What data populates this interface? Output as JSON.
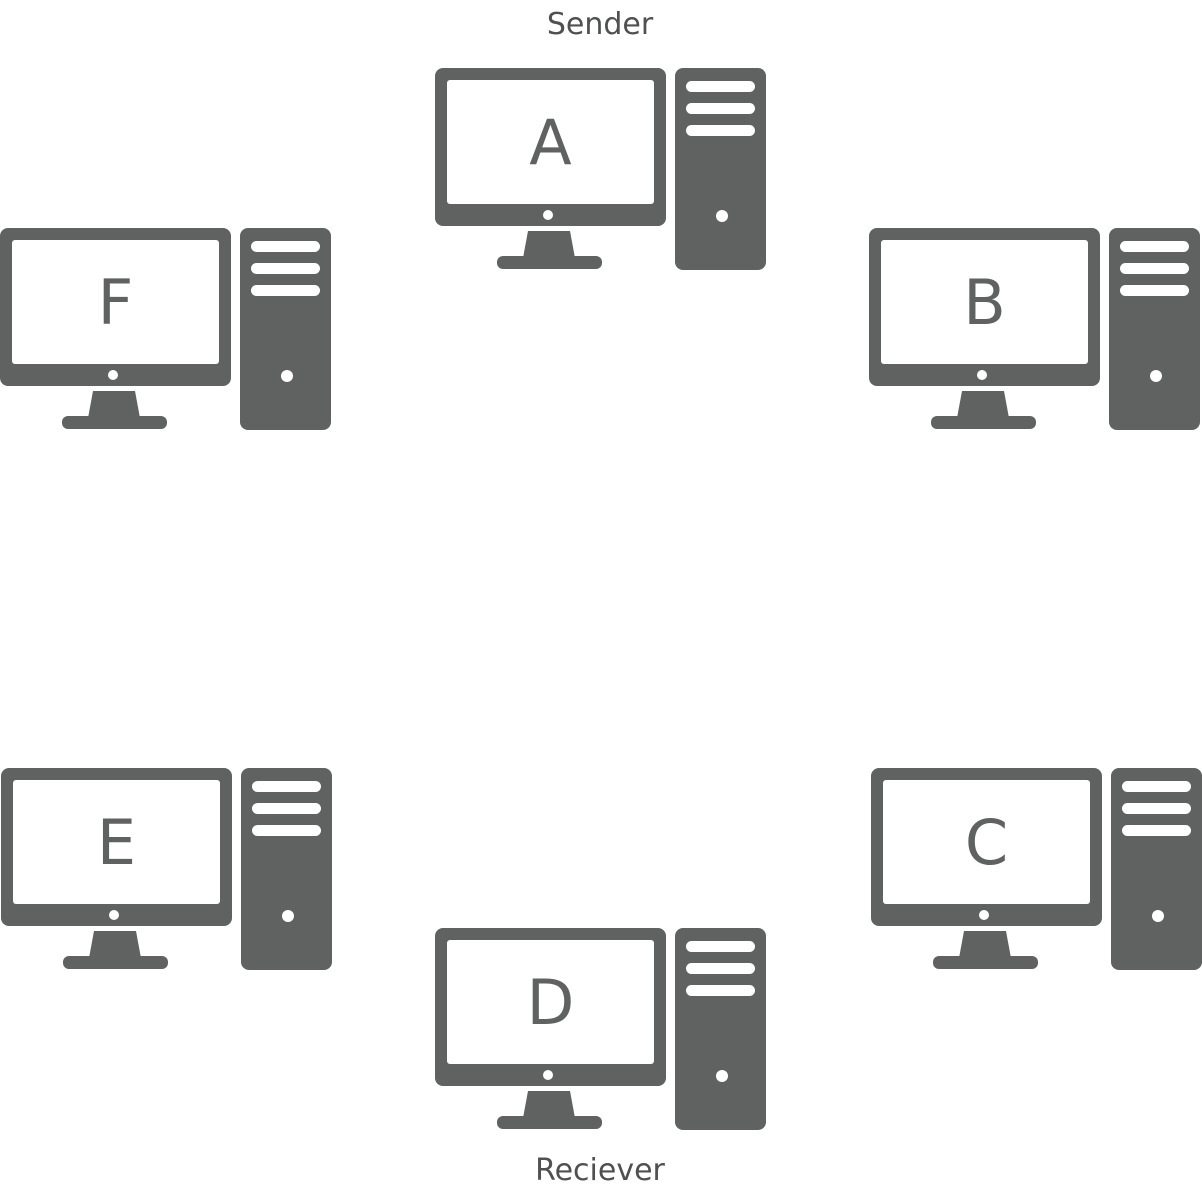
{
  "colors": {
    "device": "#606261",
    "screen": "#ffffff",
    "text": "#4f5150",
    "background": "#ffffff"
  },
  "diagram": {
    "labels": {
      "top": "Sender",
      "bottom": "Reciever"
    },
    "nodes": [
      {
        "id": "A",
        "letter": "A",
        "icon": "desktop-computer-icon"
      },
      {
        "id": "B",
        "letter": "B",
        "icon": "desktop-computer-icon"
      },
      {
        "id": "C",
        "letter": "C",
        "icon": "desktop-computer-icon"
      },
      {
        "id": "D",
        "letter": "D",
        "icon": "desktop-computer-icon"
      },
      {
        "id": "E",
        "letter": "E",
        "icon": "desktop-computer-icon"
      },
      {
        "id": "F",
        "letter": "F",
        "icon": "desktop-computer-icon"
      }
    ]
  }
}
